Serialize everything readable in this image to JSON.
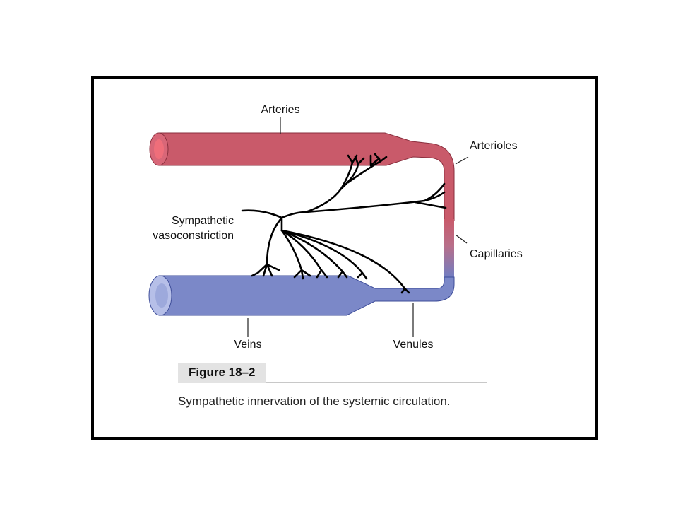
{
  "labels": {
    "arteries": "Arteries",
    "arterioles": "Arterioles",
    "sympathetic_line1": "Sympathetic",
    "sympathetic_line2": "vasoconstriction",
    "capillaries": "Capillaries",
    "veins": "Veins",
    "venules": "Venules"
  },
  "caption": {
    "title": "Figure 18–2",
    "text": "Sympathetic innervation of the systemic circulation."
  },
  "colors": {
    "artery": "#c95a6a",
    "artery_lumen": "#ef6e7a",
    "vein": "#7b88c8",
    "vein_lumen": "#9da9dc",
    "nerve": "#000000"
  }
}
